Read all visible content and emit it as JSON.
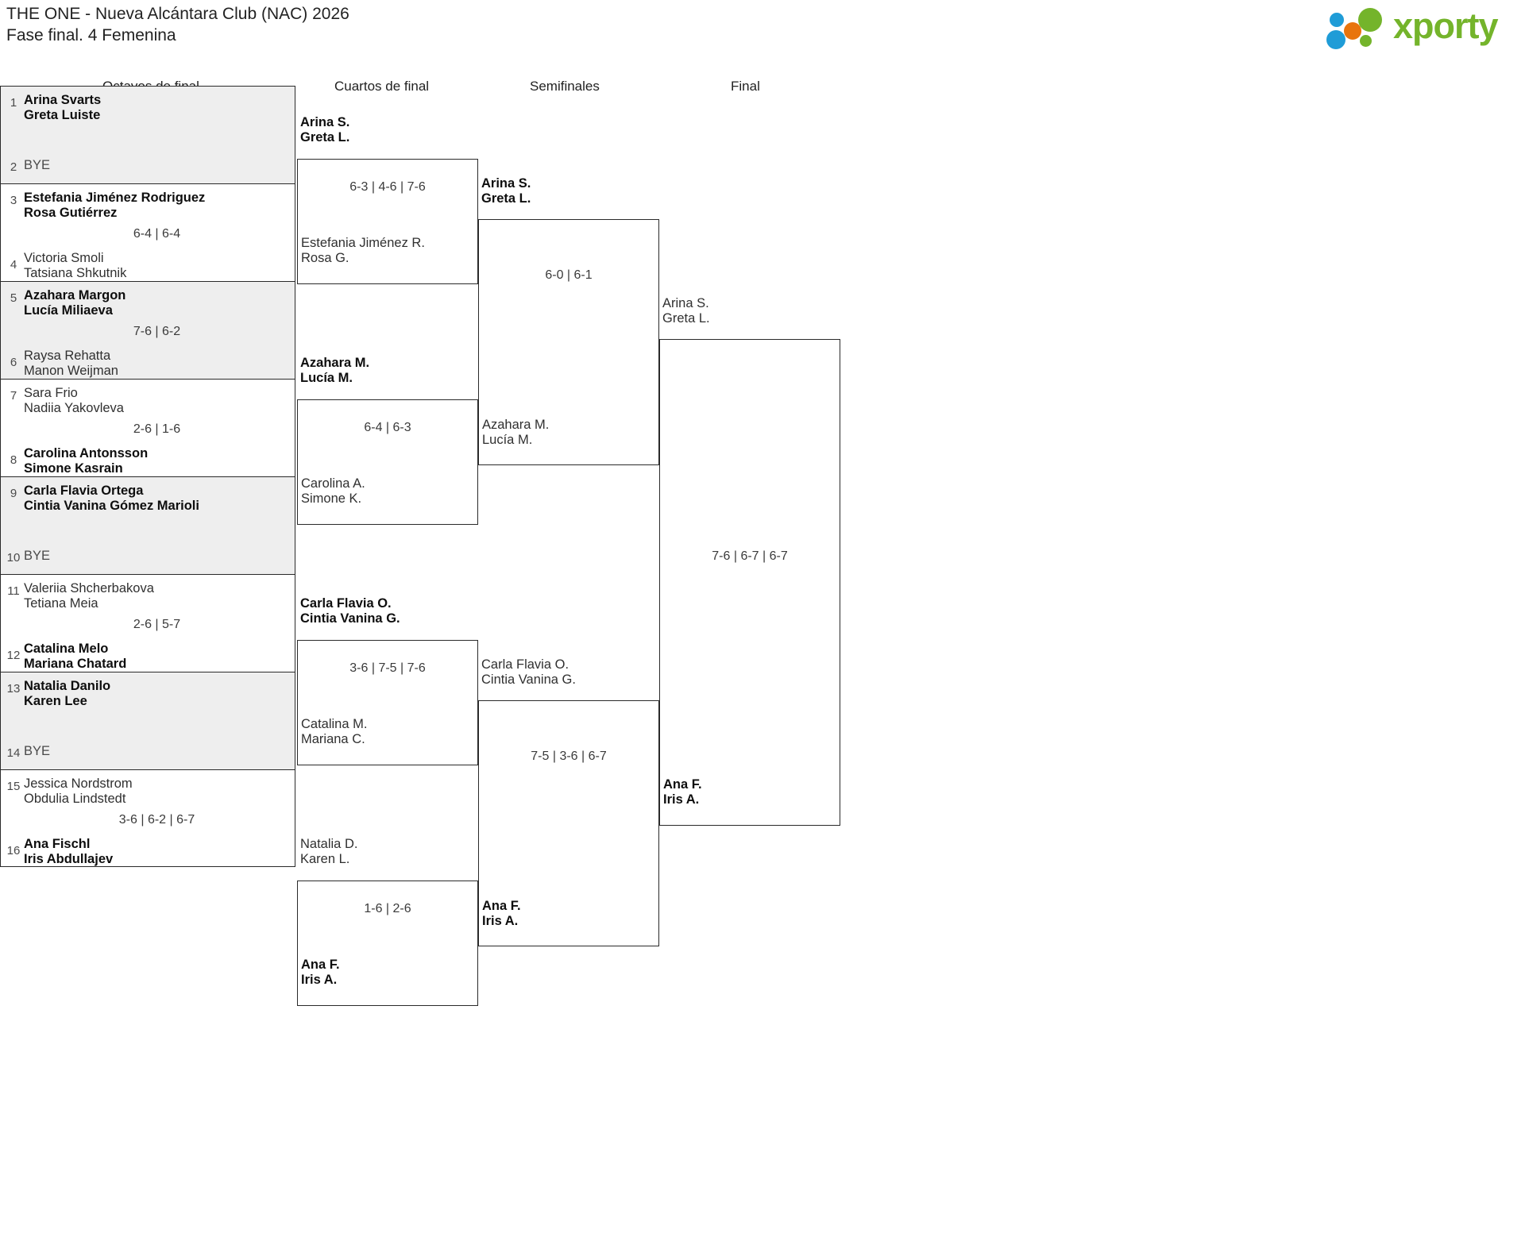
{
  "header": {
    "title_line1": "THE ONE - Nueva Alcántara Club (NAC) 2026",
    "title_line2": "Fase final. 4 Femenina",
    "logo_text": "xporty",
    "logo_colors": {
      "green": "#74b42b",
      "blue": "#1f9cd7",
      "orange": "#e8740c"
    }
  },
  "rounds": [
    {
      "id": "r1",
      "label": "Octavos de final"
    },
    {
      "id": "r2",
      "label": "Cuartos de final"
    },
    {
      "id": "r3",
      "label": "Semifinales"
    },
    {
      "id": "r4",
      "label": "Final"
    }
  ],
  "bye_label": "BYE",
  "round1": [
    {
      "seed_top": "1",
      "seed_bot": "2",
      "top": {
        "p1": "Arina Svarts",
        "p2": "Greta Luiste",
        "winner": true,
        "bye": false
      },
      "bot": {
        "p1": "BYE",
        "p2": "",
        "winner": false,
        "bye": true
      },
      "score": "",
      "shaded": true
    },
    {
      "seed_top": "3",
      "seed_bot": "4",
      "top": {
        "p1": "Estefania Jiménez Rodriguez",
        "p2": "Rosa Gutiérrez",
        "winner": true,
        "bye": false
      },
      "bot": {
        "p1": "Victoria Smoli",
        "p2": "Tatsiana Shkutnik",
        "winner": false,
        "bye": false
      },
      "score": "6-4 | 6-4",
      "shaded": false
    },
    {
      "seed_top": "5",
      "seed_bot": "6",
      "top": {
        "p1": "Azahara Margon",
        "p2": "Lucía Miliaeva",
        "winner": true,
        "bye": false
      },
      "bot": {
        "p1": "Raysa Rehatta",
        "p2": "Manon Weijman",
        "winner": false,
        "bye": false
      },
      "score": "7-6 | 6-2",
      "shaded": true
    },
    {
      "seed_top": "7",
      "seed_bot": "8",
      "top": {
        "p1": "Sara Frio",
        "p2": "Nadiia Yakovleva",
        "winner": false,
        "bye": false
      },
      "bot": {
        "p1": "Carolina Antonsson",
        "p2": "Simone Kasrain",
        "winner": true,
        "bye": false
      },
      "score": "2-6 | 1-6",
      "shaded": false
    },
    {
      "seed_top": "9",
      "seed_bot": "10",
      "top": {
        "p1": "Carla Flavia Ortega",
        "p2": "Cintia Vanina Gómez Marioli",
        "winner": true,
        "bye": false
      },
      "bot": {
        "p1": "BYE",
        "p2": "",
        "winner": false,
        "bye": true
      },
      "score": "",
      "shaded": true
    },
    {
      "seed_top": "11",
      "seed_bot": "12",
      "top": {
        "p1": "Valeriia Shcherbakova",
        "p2": "Tetiana Meia",
        "winner": false,
        "bye": false
      },
      "bot": {
        "p1": "Catalina Melo",
        "p2": "Mariana Chatard",
        "winner": true,
        "bye": false
      },
      "score": "2-6 | 5-7",
      "shaded": false
    },
    {
      "seed_top": "13",
      "seed_bot": "14",
      "top": {
        "p1": "Natalia Danilo",
        "p2": "Karen Lee",
        "winner": true,
        "bye": false
      },
      "bot": {
        "p1": "BYE",
        "p2": "",
        "winner": false,
        "bye": true
      },
      "score": "",
      "shaded": true
    },
    {
      "seed_top": "15",
      "seed_bot": "16",
      "top": {
        "p1": "Jessica Nordstrom",
        "p2": "Obdulia Lindstedt",
        "winner": false,
        "bye": false
      },
      "bot": {
        "p1": "Ana Fischl",
        "p2": "Iris Abdullajev",
        "winner": true,
        "bye": false
      },
      "score": "3-6 | 6-2 | 6-7",
      "shaded": false
    }
  ],
  "round2": [
    {
      "top": {
        "p1": "Arina S.",
        "p2": "Greta L.",
        "winner": true
      },
      "bot": {
        "p1": "Estefania Jiménez R.",
        "p2": "Rosa G.",
        "winner": false
      },
      "score": "6-3 | 4-6 | 7-6"
    },
    {
      "top": {
        "p1": "Azahara M.",
        "p2": "Lucía M.",
        "winner": true
      },
      "bot": {
        "p1": "Carolina A.",
        "p2": "Simone K.",
        "winner": false
      },
      "score": "6-4 | 6-3"
    },
    {
      "top": {
        "p1": "Carla Flavia O.",
        "p2": "Cintia Vanina G.",
        "winner": true
      },
      "bot": {
        "p1": "Catalina M.",
        "p2": "Mariana C.",
        "winner": false
      },
      "score": "3-6 | 7-5 | 7-6"
    },
    {
      "top": {
        "p1": "Natalia D.",
        "p2": "Karen L.",
        "winner": false
      },
      "bot": {
        "p1": "Ana F.",
        "p2": "Iris A.",
        "winner": true
      },
      "score": "1-6 | 2-6"
    }
  ],
  "round3": [
    {
      "top": {
        "p1": "Arina S.",
        "p2": "Greta L.",
        "winner": true
      },
      "bot": {
        "p1": "Azahara M.",
        "p2": "Lucía M.",
        "winner": false
      },
      "score": "6-0 | 6-1"
    },
    {
      "top": {
        "p1": "Carla Flavia O.",
        "p2": "Cintia Vanina G.",
        "winner": false
      },
      "bot": {
        "p1": "Ana F.",
        "p2": "Iris A.",
        "winner": true
      },
      "score": "7-5 | 3-6 | 6-7"
    }
  ],
  "round4": [
    {
      "top": {
        "p1": "Arina S.",
        "p2": "Greta L.",
        "winner": false
      },
      "bot": {
        "p1": "Ana F.",
        "p2": "Iris A.",
        "winner": true
      },
      "score": "7-6 | 6-7 | 6-7"
    }
  ]
}
